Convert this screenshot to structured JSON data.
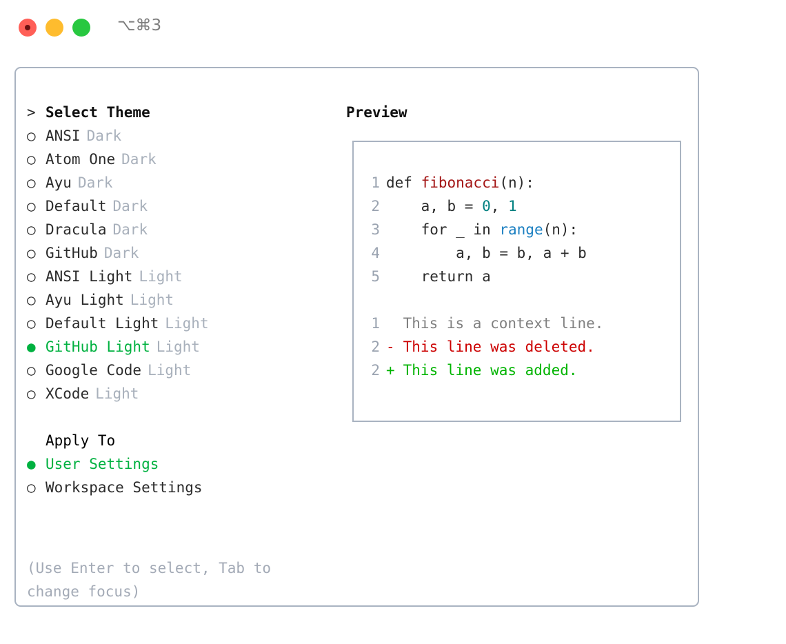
{
  "titlebar": {
    "shortcut": "⌥⌘3",
    "buttons": {
      "close": "close",
      "minimize": "minimize",
      "maximize": "maximize"
    }
  },
  "theme_section": {
    "focus_marker": ">",
    "heading": "Select Theme",
    "bullet_unselected": "○",
    "bullet_selected": "●",
    "items": [
      {
        "name": "ANSI",
        "tag": "Dark",
        "selected": false
      },
      {
        "name": "Atom One",
        "tag": "Dark",
        "selected": false
      },
      {
        "name": "Ayu",
        "tag": "Dark",
        "selected": false
      },
      {
        "name": "Default",
        "tag": "Dark",
        "selected": false
      },
      {
        "name": "Dracula",
        "tag": "Dark",
        "selected": false
      },
      {
        "name": "GitHub",
        "tag": "Dark",
        "selected": false
      },
      {
        "name": "ANSI Light",
        "tag": "Light",
        "selected": false
      },
      {
        "name": "Ayu Light",
        "tag": "Light",
        "selected": false
      },
      {
        "name": "Default Light",
        "tag": "Light",
        "selected": false
      },
      {
        "name": "GitHub Light",
        "tag": "Light",
        "selected": true
      },
      {
        "name": "Google Code",
        "tag": "Light",
        "selected": false
      },
      {
        "name": "XCode",
        "tag": "Light",
        "selected": false
      }
    ]
  },
  "apply_to": {
    "heading": "Apply To",
    "items": [
      {
        "name": "User Settings",
        "selected": true
      },
      {
        "name": "Workspace Settings",
        "selected": false
      }
    ]
  },
  "hint": "(Use Enter to select, Tab to change focus)",
  "preview": {
    "title": "Preview",
    "code_lines": [
      {
        "no": "1",
        "tokens": [
          {
            "t": "def ",
            "c": "plain"
          },
          {
            "t": "fibonacci",
            "c": "func"
          },
          {
            "t": "(n):",
            "c": "plain"
          }
        ]
      },
      {
        "no": "2",
        "tokens": [
          {
            "t": "    a, b = ",
            "c": "plain"
          },
          {
            "t": "0",
            "c": "num"
          },
          {
            "t": ", ",
            "c": "plain"
          },
          {
            "t": "1",
            "c": "num"
          }
        ]
      },
      {
        "no": "3",
        "tokens": [
          {
            "t": "    for _ in ",
            "c": "plain"
          },
          {
            "t": "range",
            "c": "builtin"
          },
          {
            "t": "(n):",
            "c": "plain"
          }
        ]
      },
      {
        "no": "4",
        "tokens": [
          {
            "t": "        a, b = b, a + b",
            "c": "plain"
          }
        ]
      },
      {
        "no": "5",
        "tokens": [
          {
            "t": "    return a",
            "c": "plain"
          }
        ]
      }
    ],
    "diff_lines": [
      {
        "no": "1",
        "mark": " ",
        "text": " This is a context line.",
        "kind": "ctx"
      },
      {
        "no": "2",
        "mark": "-",
        "text": " This line was deleted.",
        "kind": "del"
      },
      {
        "no": "2",
        "mark": "+",
        "text": " This line was added.",
        "kind": "add"
      }
    ]
  },
  "colors": {
    "selected_green": "#00b140",
    "border": "#a9b3c1",
    "muted": "#a8b0bb",
    "hint": "#a3aab6",
    "diff_delete": "#cc0000",
    "diff_add": "#00b400",
    "syntax_function": "#a31515",
    "syntax_number": "#008080",
    "syntax_builtin": "#1a7fc1"
  }
}
